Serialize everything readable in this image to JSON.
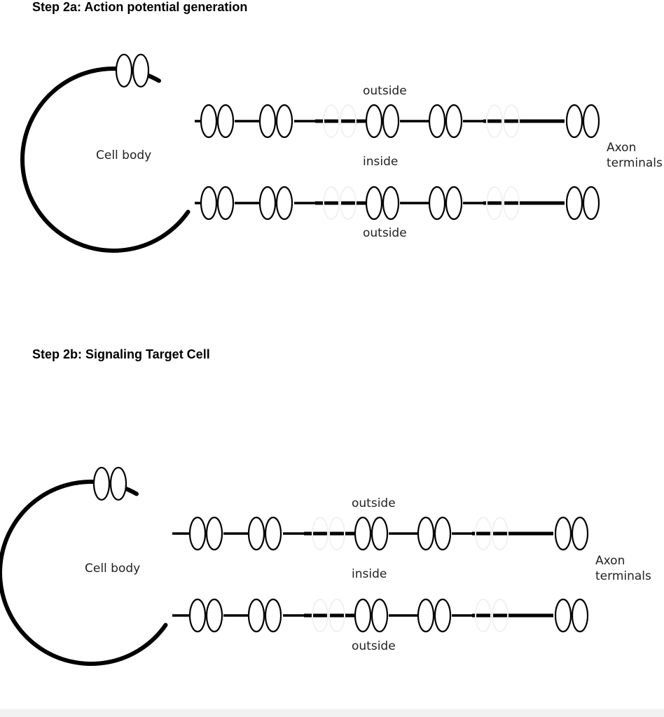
{
  "steps": [
    {
      "title": "Step 2a: Action potential generation",
      "labels": {
        "cell_body": "Cell body",
        "outside_top": "outside",
        "inside": "inside",
        "outside_bottom": "outside",
        "axon_terminals": "Axon\nterminals"
      }
    },
    {
      "title": "Step 2b: Signaling Target Cell",
      "labels": {
        "cell_body": "Cell body",
        "outside_top": "outside",
        "inside": "inside",
        "outside_bottom": "outside",
        "axon_terminals": "Axon\nterminals"
      }
    }
  ]
}
